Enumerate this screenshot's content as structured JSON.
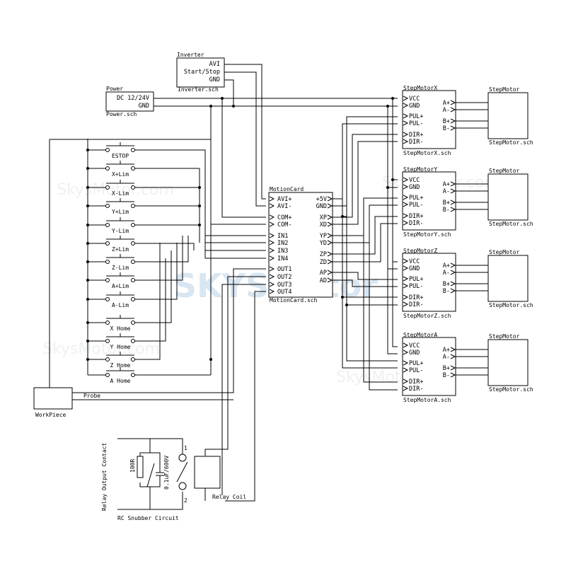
{
  "watermark": {
    "main": "SKYSMotor",
    "small": [
      "SkysMotor.com",
      "SkysMotor.com",
      "SkysMotor.com",
      "SkysMotor.com"
    ]
  },
  "inverter": {
    "title": "Inverter",
    "file": "Inverter.sch",
    "pins": [
      "AVI",
      "Start/Stop",
      "GND"
    ]
  },
  "power": {
    "title": "Power",
    "file": "Power.sch",
    "pins": [
      "DC 12/24V",
      "GND"
    ]
  },
  "switches": [
    "ESTOP",
    "X+Lim",
    "X-Lim",
    "Y+Lim",
    "Y-Lim",
    "Z+Lim",
    "Z-Lim",
    "A+Lim",
    "A-Lim",
    "X Home",
    "Y Home",
    "Z Home",
    "A Home"
  ],
  "motion_card": {
    "title": "MotionCard",
    "file": "MotionCard.sch",
    "left_pins": [
      "AVI+",
      "AVI-",
      "COM+",
      "COM-",
      "IN1",
      "IN2",
      "IN3",
      "IN4",
      "OUT1",
      "OUT2",
      "OUT3",
      "OUT4"
    ],
    "right_pins": [
      "+5V",
      "GND",
      "XP",
      "XD",
      "YP",
      "YD",
      "ZP",
      "ZD",
      "AP",
      "AD"
    ]
  },
  "drivers": [
    {
      "title": "StepMotorX",
      "file": "StepMotorX.sch"
    },
    {
      "title": "StepMotorY",
      "file": "StepMotorY.sch"
    },
    {
      "title": "StepMotorZ",
      "file": "StepMotorZ.sch"
    },
    {
      "title": "StepMotorA",
      "file": "StepMotorA.sch"
    }
  ],
  "driver_left_pins": [
    "VCC",
    "GND",
    "PUL+",
    "PUL-",
    "DIR+",
    "DIR-"
  ],
  "driver_right_pins": [
    "A+",
    "A-",
    "B+",
    "B-"
  ],
  "motor": {
    "title": "StepMotor",
    "file": "StepMotor.sch"
  },
  "workpiece": {
    "label": "WorkPiece",
    "probe": "Probe"
  },
  "relay": {
    "coil": "Relay Coil",
    "contact": "Relay Output Contact",
    "pin1": "1",
    "pin2": "2"
  },
  "snubber": {
    "title": "RC Snubber Circuit",
    "resistor": "100R",
    "capacitor": "0.1uF/600V"
  }
}
